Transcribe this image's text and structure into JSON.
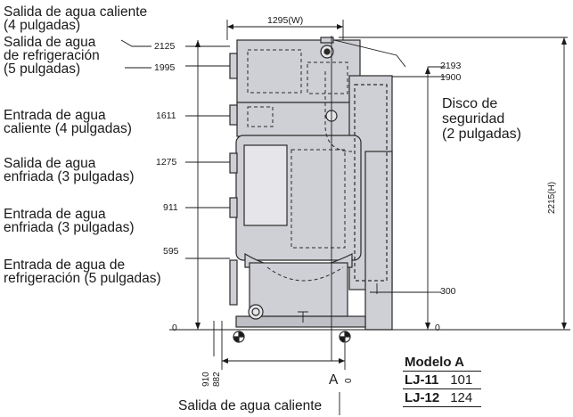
{
  "labels": {
    "hot_out": [
      "Salida de agua caliente",
      "(4 pulgadas)"
    ],
    "cool_out": [
      "Salida de agua",
      "de refrigeración",
      "(5 pulgadas)"
    ],
    "hot_in": [
      "Entrada de agua",
      "caliente (4 pulgadas)"
    ],
    "chilled_out": [
      "Salida de agua",
      "enfriada (3 pulgadas)"
    ],
    "chilled_in": [
      "Entrada de agua",
      "enfriada (3 pulgadas)"
    ],
    "cool_in": [
      "Entrada de agua de",
      "refrigeración (5 pulgadas)"
    ],
    "safety_disc": [
      "Disco de",
      "seguridad",
      "(2  pulgadas)"
    ],
    "bottom_hot_out": "Salida de agua caliente"
  },
  "dims": {
    "width": "1295(W)",
    "height": "2215(H)",
    "h_2125": "2125",
    "h_1995": "1995",
    "h_1611": "1611",
    "h_1275": "1275",
    "h_911": "911",
    "h_595": "595",
    "h_0_left": "0",
    "h_0_right": "0",
    "h_2193": "2193",
    "h_1900": "1900",
    "h_300": "300",
    "w_910": "910",
    "w_882": "882",
    "a": "A",
    "a_zero": "0"
  },
  "table": {
    "header": "Modelo A",
    "rows": [
      {
        "model": "LJ-11",
        "value": "101"
      },
      {
        "model": "LJ-12",
        "value": "124"
      }
    ]
  }
}
